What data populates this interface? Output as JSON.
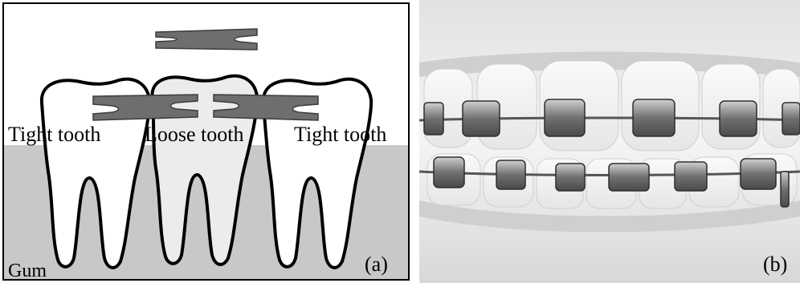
{
  "panel_a": {
    "labels": {
      "tight_left": "Tight tooth",
      "loose_middle": "Loose tooth",
      "tight_right": "Tight tooth",
      "gum": "Gum",
      "panel_tag": "(a)"
    },
    "colors": {
      "gum": "#c8c8c8",
      "tight_tooth": "#ffffff",
      "loose_tooth": "#ececec",
      "bracket": "#6e6e6e",
      "outline": "#000000"
    }
  },
  "panel_b": {
    "panel_tag": "(b)",
    "image": "photo of teeth with metal braces (brackets and archwire)"
  }
}
